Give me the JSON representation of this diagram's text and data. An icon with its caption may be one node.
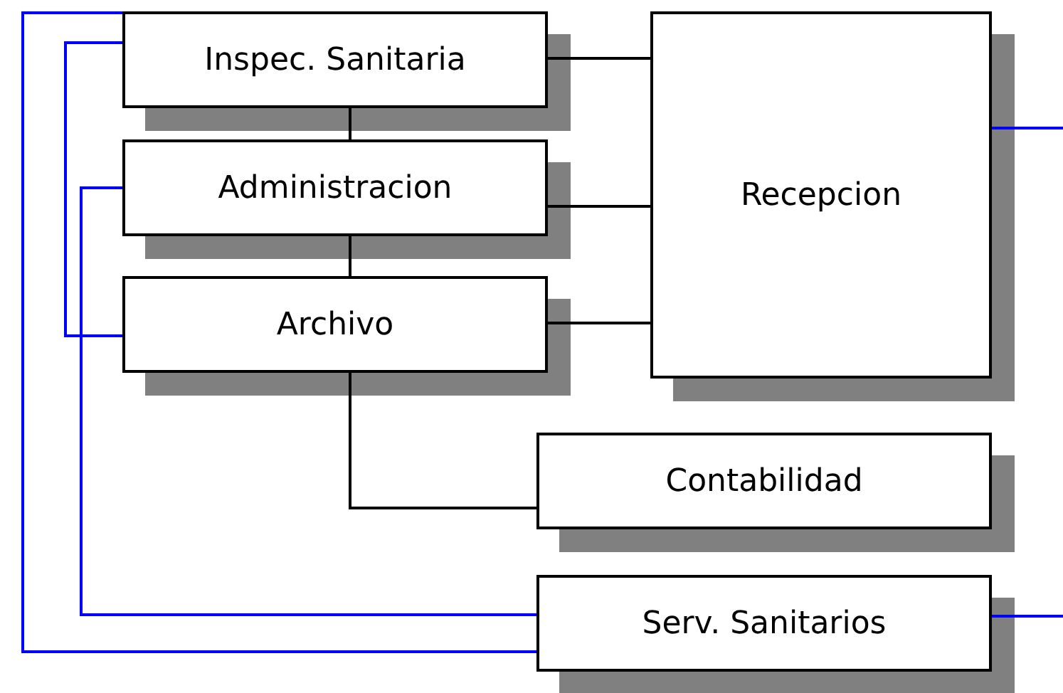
{
  "diagram": {
    "nodes": [
      {
        "text": [
          "Inspec. Sanitaria"
        ]
      },
      {
        "text": [
          "Administracion"
        ]
      },
      {
        "text": [
          "Archivo"
        ]
      },
      {
        "text": [
          "Recepcion"
        ]
      },
      {
        "text": [
          "Contabilidad"
        ]
      },
      {
        "text": [
          "Serv. Sanitarios"
        ]
      }
    ],
    "edges": [
      {
        "from": 0,
        "to": 1,
        "arrow": "none"
      },
      {
        "from": 1,
        "to": 2,
        "arrow": "none"
      },
      {
        "from": 2,
        "to": 4,
        "arrow": "none"
      },
      {
        "from": 0,
        "to": 3,
        "arrow": "none"
      },
      {
        "from": 1,
        "to": 3,
        "arrow": "none"
      },
      {
        "from": 2,
        "to": 3,
        "arrow": "none"
      },
      {
        "from": 0,
        "to": 5,
        "arrow": "none",
        "color": "#0000ff"
      },
      {
        "from": 0,
        "to": 2,
        "arrow": "none",
        "color": "#0000ff"
      },
      {
        "from": 1,
        "to": 5,
        "arrow": "none",
        "color": "#0000ff"
      },
      {
        "from": 3,
        "to": null,
        "arrow": "none",
        "color": "#0000ff"
      },
      {
        "from": 5,
        "to": null,
        "arrow": "none",
        "color": "#0000ff"
      }
    ]
  }
}
